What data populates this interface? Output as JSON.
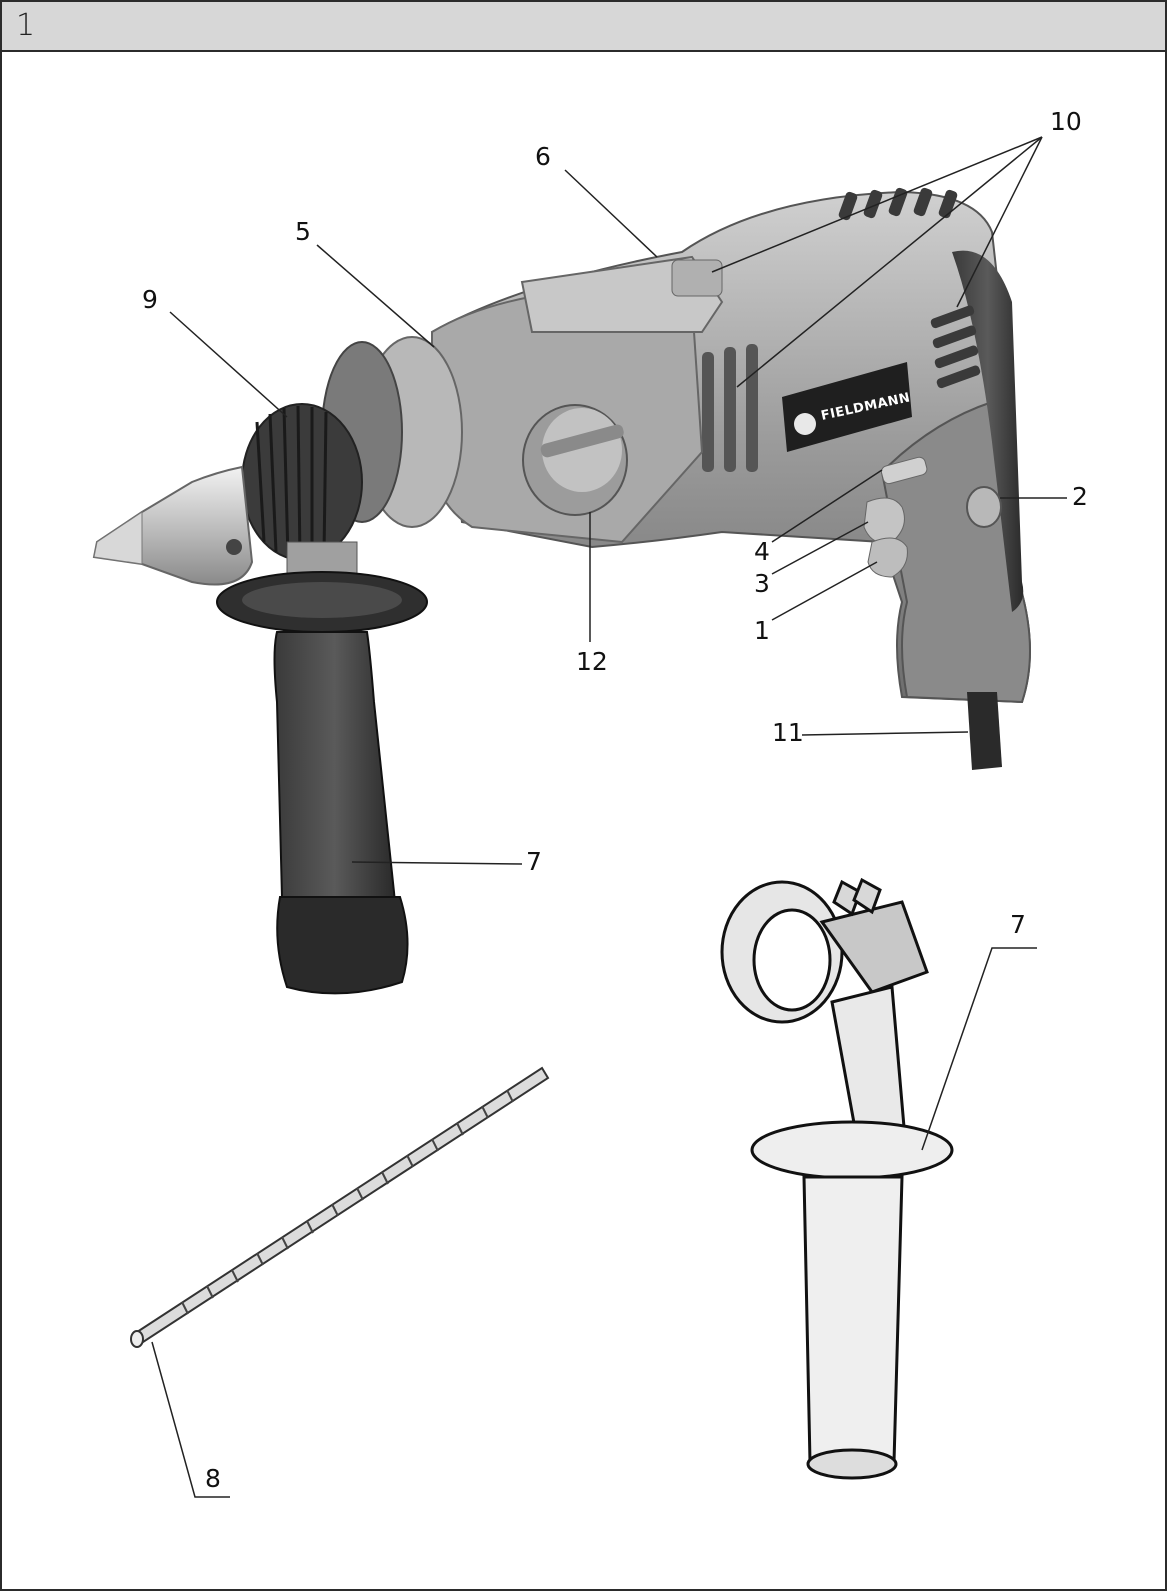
{
  "page_number": "1",
  "brand_text": "FIELDMANN",
  "callouts": {
    "c1": "1",
    "c2": "2",
    "c3": "3",
    "c4": "4",
    "c5": "5",
    "c6": "6",
    "c7a": "7",
    "c7b": "7",
    "c8": "8",
    "c9": "9",
    "c10": "10",
    "c11": "11",
    "c12": "12"
  }
}
